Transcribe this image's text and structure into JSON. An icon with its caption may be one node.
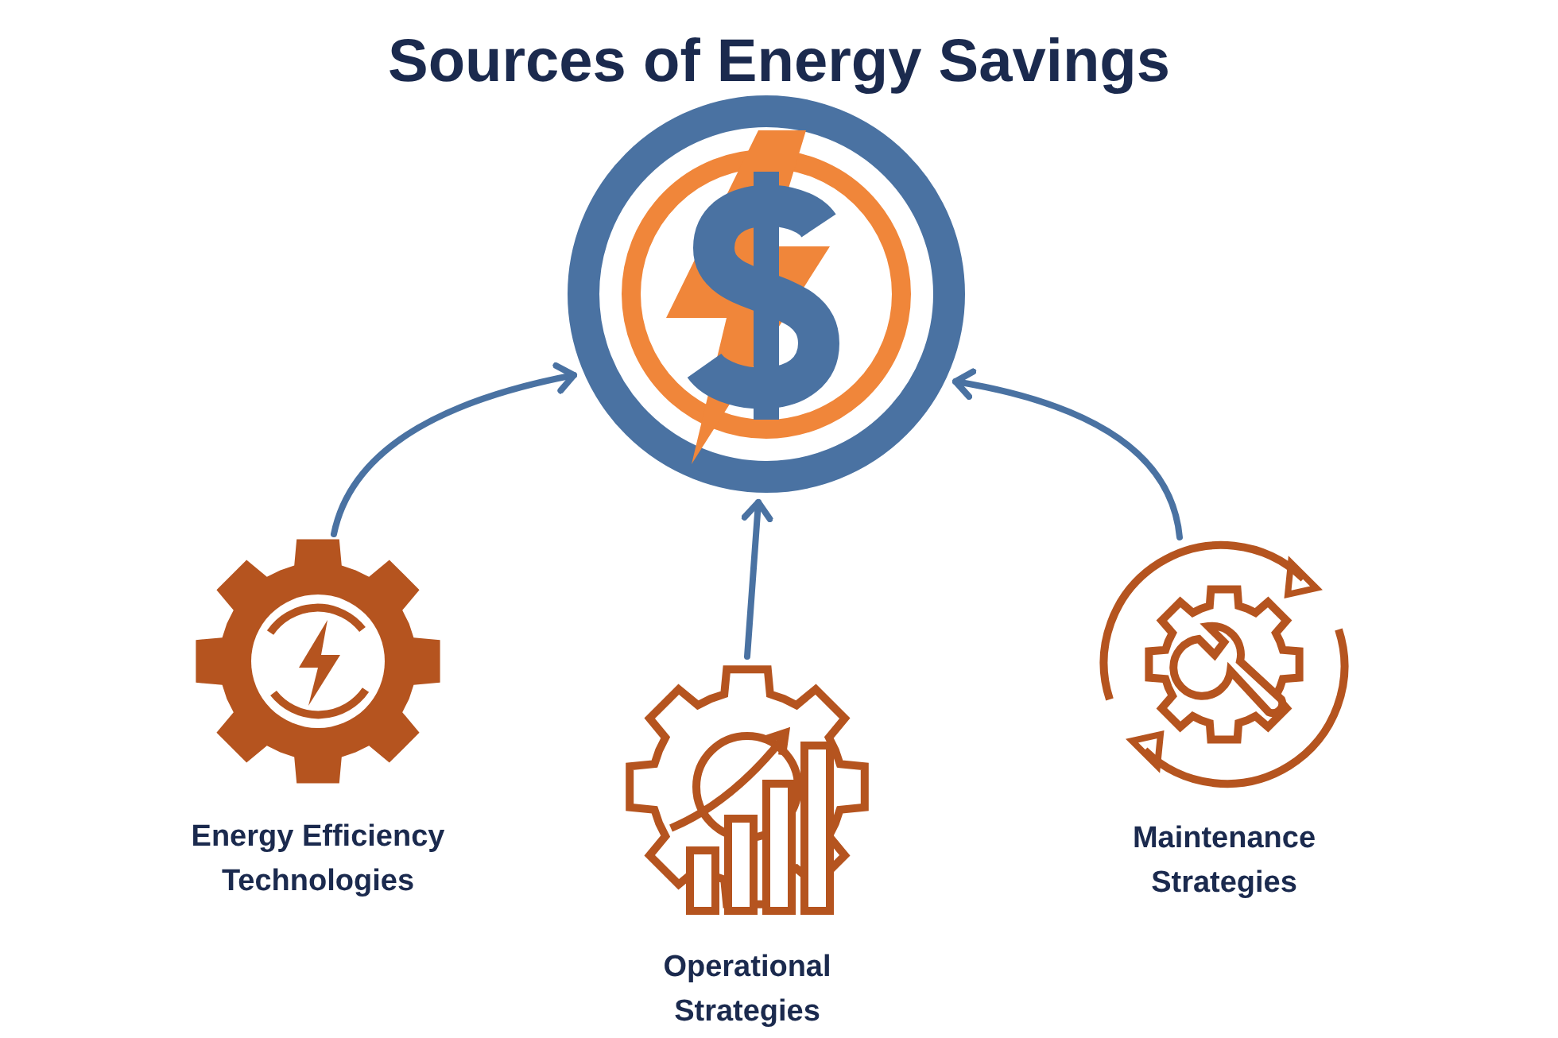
{
  "diagram": {
    "title": "Sources of Energy Savings",
    "nodes": [
      {
        "text": [],
        "shape": "circle"
      },
      {
        "text": [
          "Energy Efficiency Technologies"
        ]
      },
      {
        "text": [
          "Operational Strategies"
        ]
      },
      {
        "text": [
          "Maintenance Strategies"
        ]
      }
    ],
    "edges": [
      {
        "from": 1,
        "to": 0,
        "arrow": "to"
      },
      {
        "from": 2,
        "to": 0,
        "arrow": "to"
      },
      {
        "from": 3,
        "to": 0,
        "arrow": "to"
      }
    ]
  }
}
